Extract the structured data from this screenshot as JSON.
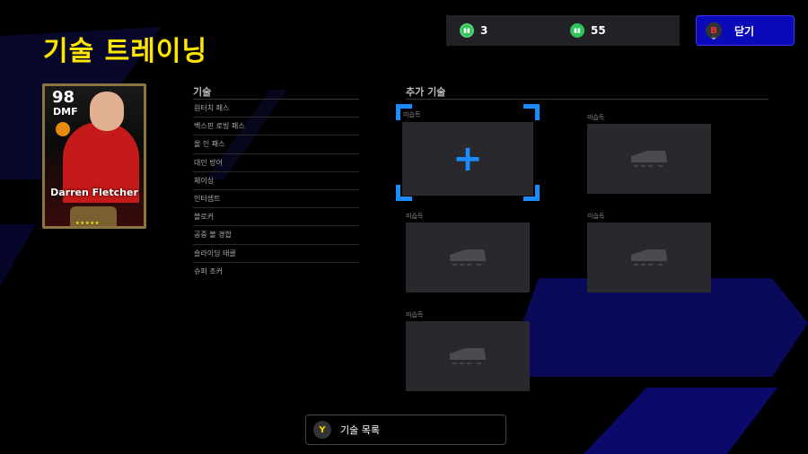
{
  "header": {
    "title": "기술 트레이닝"
  },
  "currency": [
    {
      "icon": "skill-ticket-icon",
      "value": "3"
    },
    {
      "icon": "skill-point-icon",
      "value": "55"
    }
  ],
  "close": {
    "button": "B",
    "label": "닫기"
  },
  "player_card": {
    "rating": "98",
    "position": "DMF",
    "name": "Darren Fletcher",
    "stars": "★★★★★"
  },
  "skills": {
    "heading": "기술",
    "items": [
      "원터치 패스",
      "백스핀 로빙 패스",
      "올 인 패스",
      "대인 방어",
      "체이싱",
      "인터셉트",
      "블로커",
      "공중 볼 경합",
      "슬라이딩 태클",
      "슈퍼 조커"
    ]
  },
  "additional_skills": {
    "heading": "추가 기술",
    "slots": [
      {
        "label": "미습득",
        "selected": true
      },
      {
        "label": "미습득"
      },
      {
        "label": "미습득"
      },
      {
        "label": "미습득"
      },
      {
        "label": "미습득"
      }
    ]
  },
  "footer": {
    "button": "Y",
    "label": "기술 목록"
  },
  "colors": {
    "title": "#ffe600",
    "accent": "#1a8cff",
    "close_bg": "#0a0ab8"
  }
}
